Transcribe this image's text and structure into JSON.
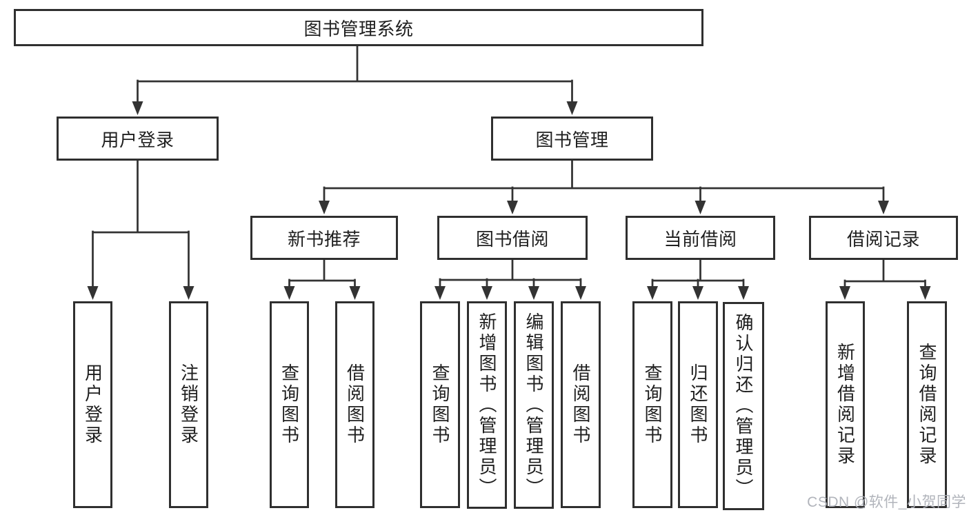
{
  "nodes": {
    "root": "图书管理系统",
    "level2": {
      "user_login": "用户登录",
      "book_management": "图书管理"
    },
    "level3": {
      "new_book_recommend": "新书推荐",
      "book_borrow": "图书借阅",
      "current_borrow": "当前借阅",
      "borrow_record": "借阅记录"
    },
    "level4": {
      "user_login": [
        "用户登录",
        "注销登录"
      ],
      "new_book_recommend": [
        "查询图书",
        "借阅图书"
      ],
      "book_borrow": [
        "查询图书",
        "新增图书（管理员）",
        "编辑图书（管理员）",
        "借阅图书"
      ],
      "current_borrow": [
        "查询图书",
        "归还图书",
        "确认归还（管理员）"
      ],
      "borrow_record": [
        "新增借阅记录",
        "查询借阅记录"
      ]
    }
  },
  "watermark": {
    "text": "CSDN @软件_小贺同学"
  },
  "colors": {
    "line": "#333333",
    "border": "#2f2f2f",
    "text": "#1f1f1f",
    "background": "#ffffff",
    "watermark": "#adb0b8"
  }
}
